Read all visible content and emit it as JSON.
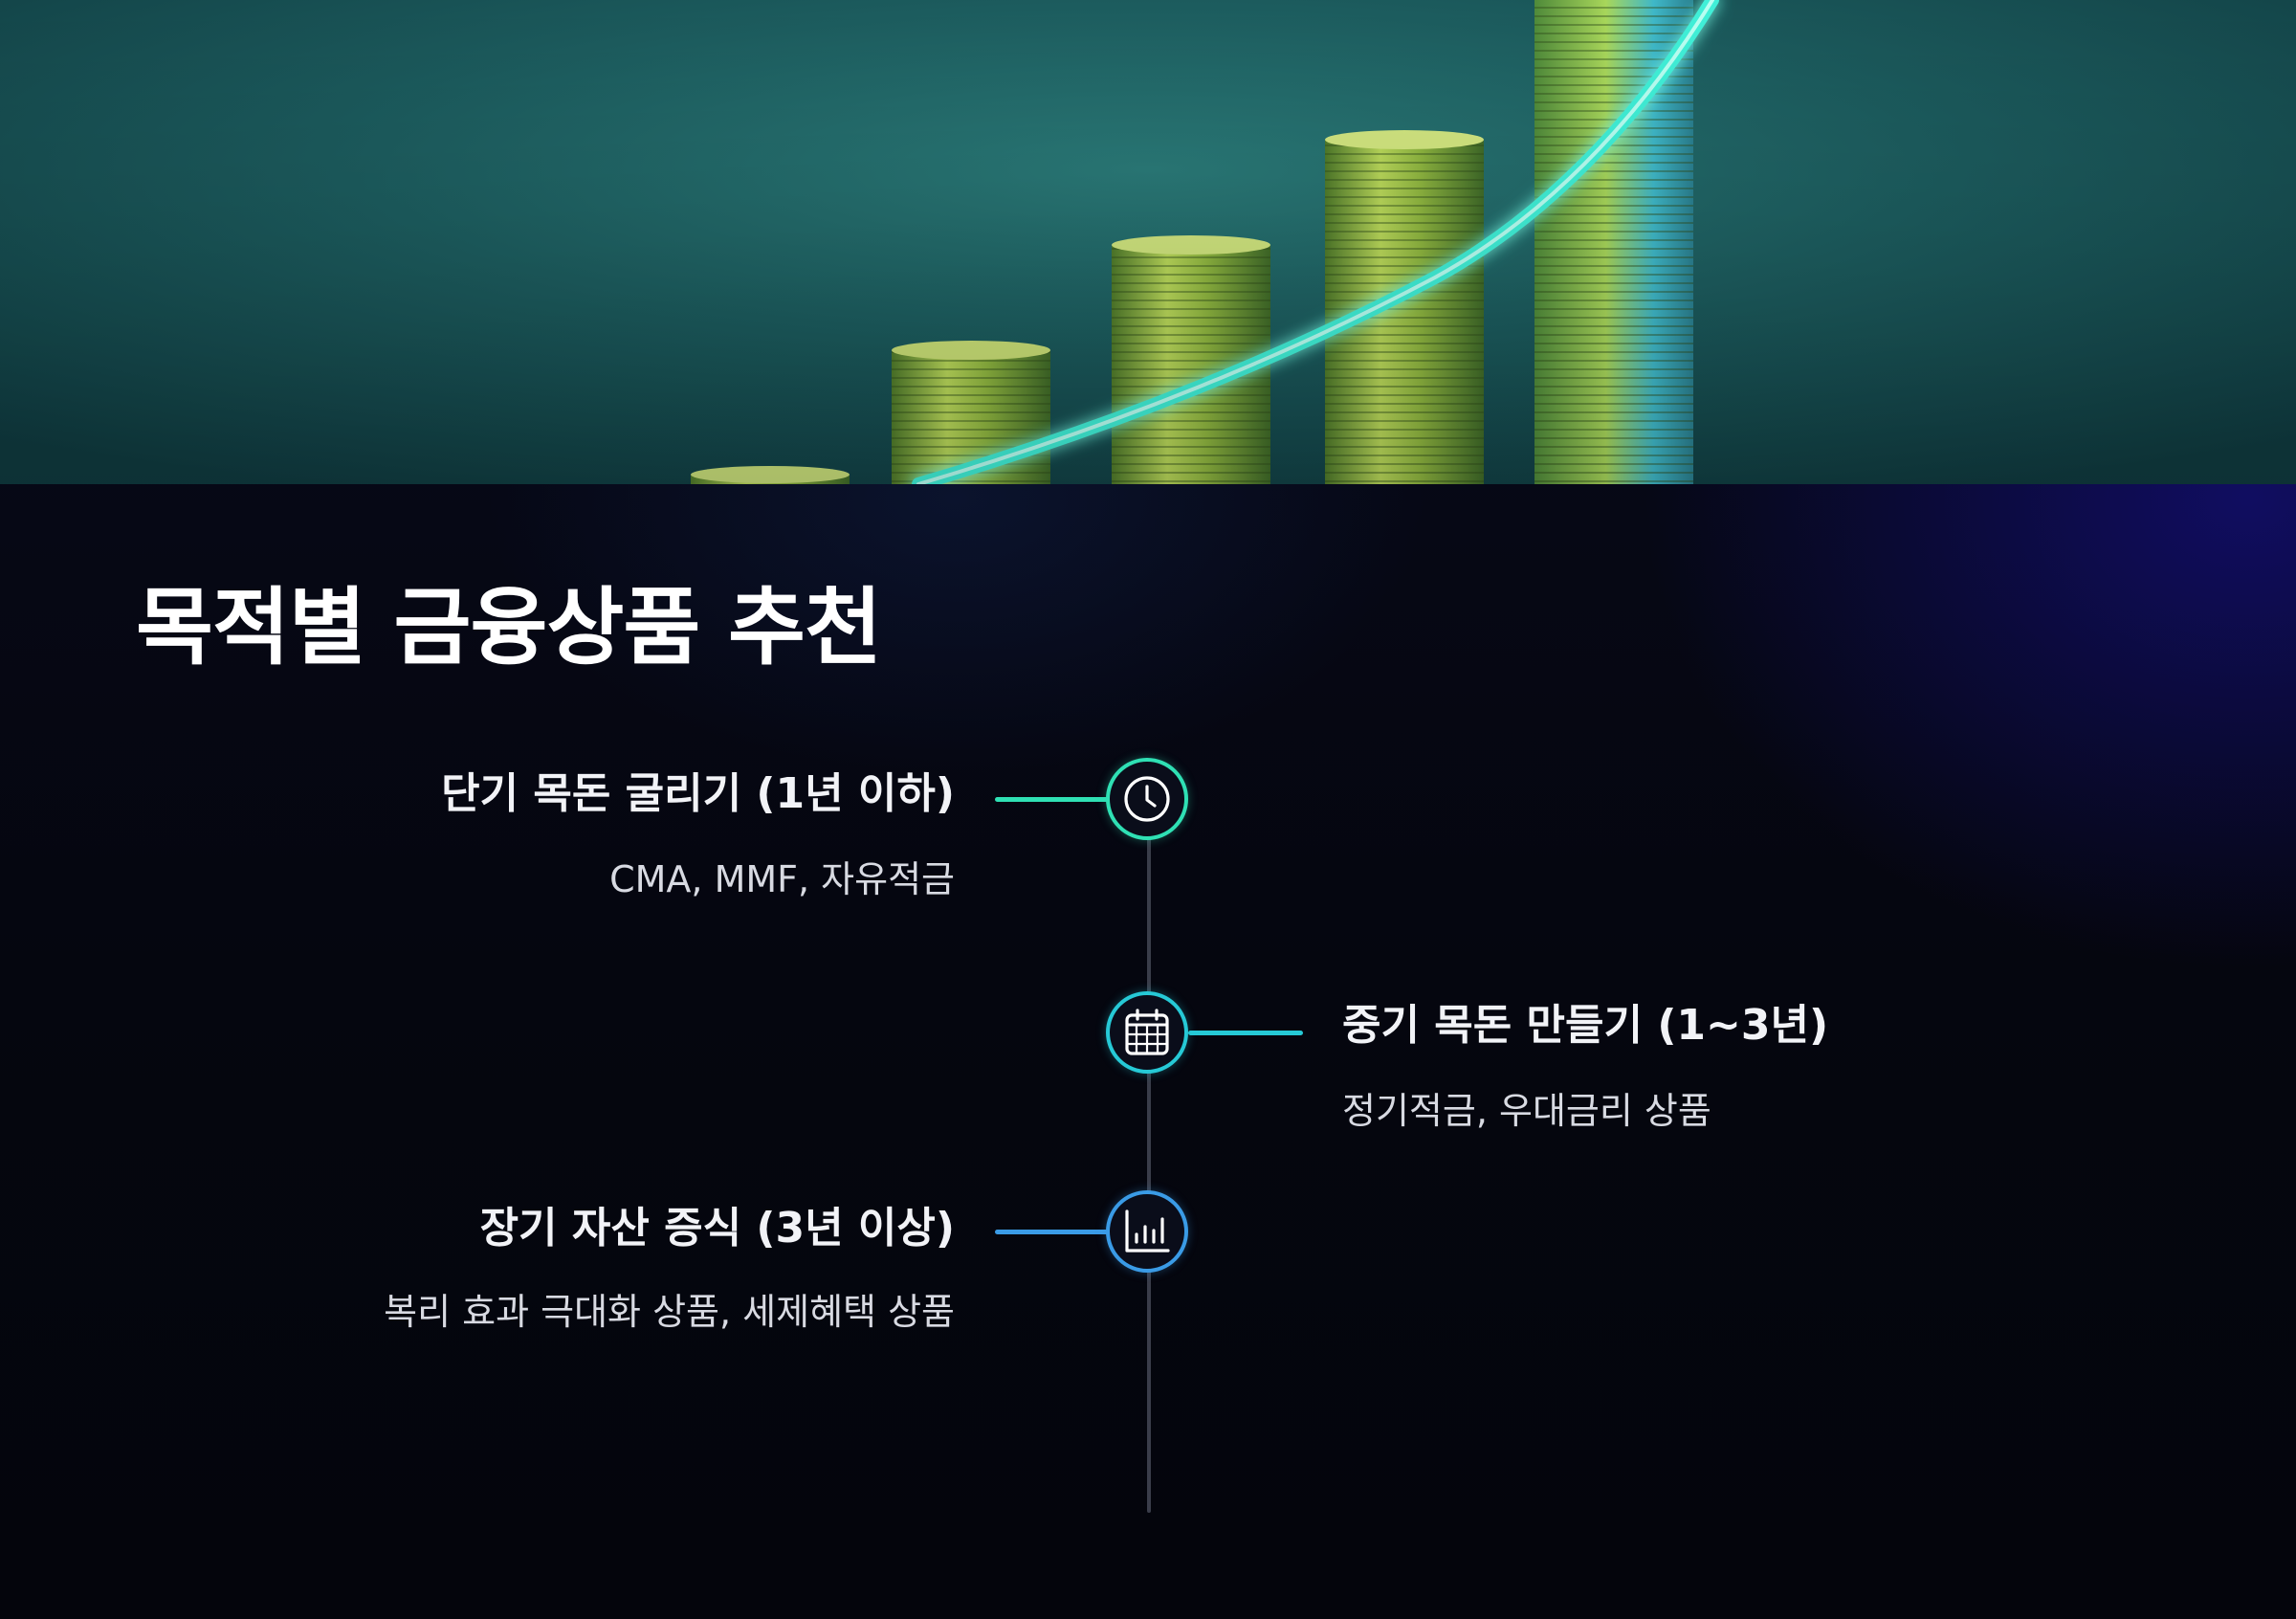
{
  "title": "목적별 금융상품 추천",
  "colors": {
    "short_term_accent": "#2fe0b4",
    "mid_term_accent": "#26c9d6",
    "long_term_accent": "#3a9be6",
    "timeline": "#3a3d4a",
    "background": "#05060f",
    "hero_bg": "#1c5a5e"
  },
  "hero": {
    "image": "growing-coin-stacks-with-rising-arrow"
  },
  "timeline": {
    "items": [
      {
        "title": "단기 목돈 굴리기 (1년 이하)",
        "description": "CMA, MMF, 자유적금",
        "icon": "clock-icon",
        "side": "left"
      },
      {
        "title": "중기 목돈 만들기 (1~3년)",
        "description": "정기적금, 우대금리 상품",
        "icon": "calendar-icon",
        "side": "right"
      },
      {
        "title": "장기 자산 증식 (3년 이상)",
        "description": "복리 효과 극대화 상품, 세제혜택 상품",
        "icon": "bar-chart-icon",
        "side": "left"
      }
    ]
  }
}
